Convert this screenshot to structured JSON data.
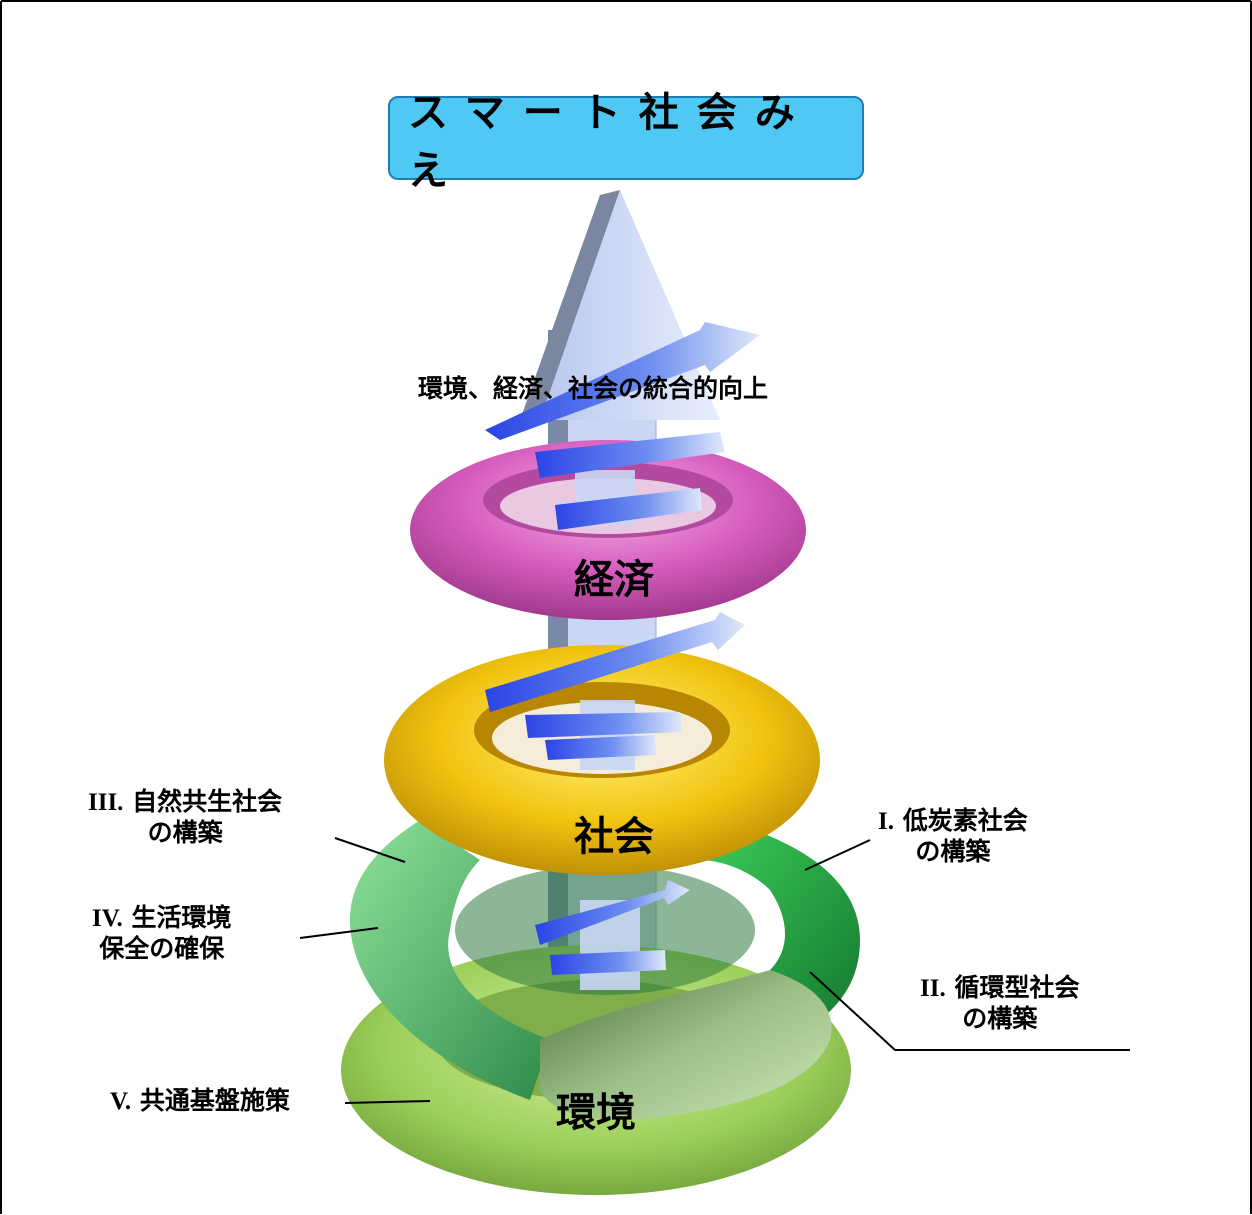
{
  "title": "スマート社会みえ",
  "arrow_caption": "環境、経済、社会の統合的向上",
  "rings": {
    "economy": "経済",
    "society": "社会",
    "environment": "環境"
  },
  "measures": {
    "low_carbon": {
      "num": "I.",
      "line1": "低炭素社会",
      "line2": "の構築"
    },
    "recycling": {
      "num": "II.",
      "line1": "循環型社会",
      "line2": "の構築"
    },
    "nature": {
      "num": "III.",
      "line1": "自然共生社会",
      "line2": "の構築"
    },
    "living_env": {
      "num": "IV.",
      "line1": "生活環境",
      "line2": "保全の確保"
    },
    "common": {
      "num": "V.",
      "line1": "共通基盤施策"
    }
  },
  "colors": {
    "title_bg": "#4fc8f3",
    "economy_ring": "#d45bb8",
    "society_ring": "#e7b20a",
    "environment_ring": "#9ccf5a",
    "spiral": "#3a5ee8"
  }
}
